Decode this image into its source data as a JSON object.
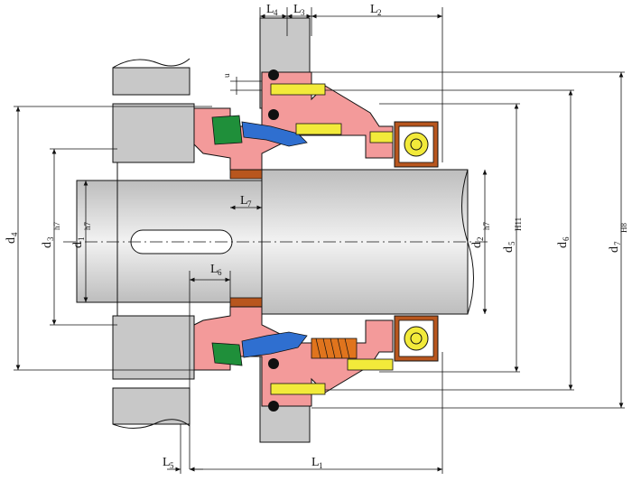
{
  "labels": {
    "L4": {
      "main": "L",
      "sub": "4"
    },
    "L3": {
      "main": "L",
      "sub": "3"
    },
    "L2": {
      "main": "L",
      "sub": "2"
    },
    "L7": {
      "main": "L",
      "sub": "7"
    },
    "L6": {
      "main": "L",
      "sub": "6"
    },
    "L5": {
      "main": "L",
      "sub": "5"
    },
    "L1": {
      "main": "L",
      "sub": "1"
    },
    "d4": {
      "main": "d",
      "sub": "4",
      "tol": ""
    },
    "d3": {
      "main": "d",
      "sub": "3",
      "tol": "h7"
    },
    "d1": {
      "main": "d",
      "sub": "1",
      "tol": "h7"
    },
    "d2": {
      "main": "d",
      "sub": "2",
      "tol": "h7"
    },
    "d5": {
      "main": "d",
      "sub": "5",
      "tol": "H11"
    },
    "d6": {
      "main": "d",
      "sub": "6",
      "tol": ""
    },
    "d7": {
      "main": "d",
      "sub": "7",
      "tol": "H8"
    },
    "u": "u"
  },
  "colors": {
    "housing": "#c8c8c8",
    "seal_ring": "#f39a9a",
    "seat": "#1f8f3a",
    "face": "#2f6fd0",
    "bolt": "#f2ea3a",
    "sleeve": "#b8561e",
    "spring": "#e0741d",
    "shaft": "#dcdcdc",
    "outline": "#111111"
  }
}
